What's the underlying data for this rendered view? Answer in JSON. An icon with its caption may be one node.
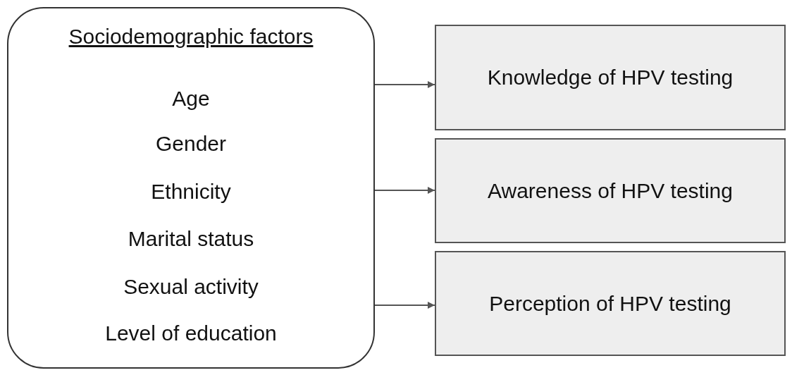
{
  "diagram": {
    "nodes": [
      {
        "text": [
          "Sociodemographic factors",
          "Age",
          "Gender",
          "Ethnicity",
          "Marital status",
          "Sexual activity",
          "Level of education"
        ]
      },
      {
        "text": [
          "Knowledge of HPV testing"
        ]
      },
      {
        "text": [
          "Awareness of HPV testing"
        ]
      },
      {
        "text": [
          "Perception of HPV testing"
        ]
      }
    ],
    "edges": [
      {
        "from": 0,
        "to": 1,
        "arrow": "to"
      },
      {
        "from": 0,
        "to": 2,
        "arrow": "to"
      },
      {
        "from": 0,
        "to": 3,
        "arrow": "to"
      }
    ]
  }
}
